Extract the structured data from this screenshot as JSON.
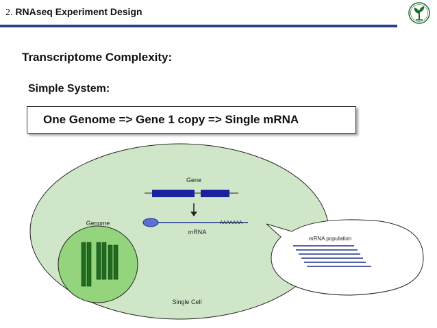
{
  "header": {
    "number": "2.",
    "title": "RNAseq Experiment Design"
  },
  "logo": {
    "icon": "plant-seedling-icon",
    "color": "#1d6b2a"
  },
  "section_title": "Transcriptome Complexity:",
  "sub_title": "Simple System:",
  "statement": "One Genome => Gene 1 copy => Single mRNA",
  "diagram": {
    "gene_label": "Gene",
    "genome_label": "Genome",
    "mrna_label": "mRNA",
    "polya_label": "AAAAAAA",
    "cell_label": "Single Cell",
    "population_label": "mRNA population"
  },
  "colors": {
    "cell_fill": "#cfe7c8",
    "nucleus_fill": "#93d47d",
    "chromosome": "#1f6b1f",
    "exon": "#1a22a0",
    "mrna_line": "#1a2f8a",
    "cap": "#5b6fd6",
    "header_rule": "#2f3f88"
  }
}
